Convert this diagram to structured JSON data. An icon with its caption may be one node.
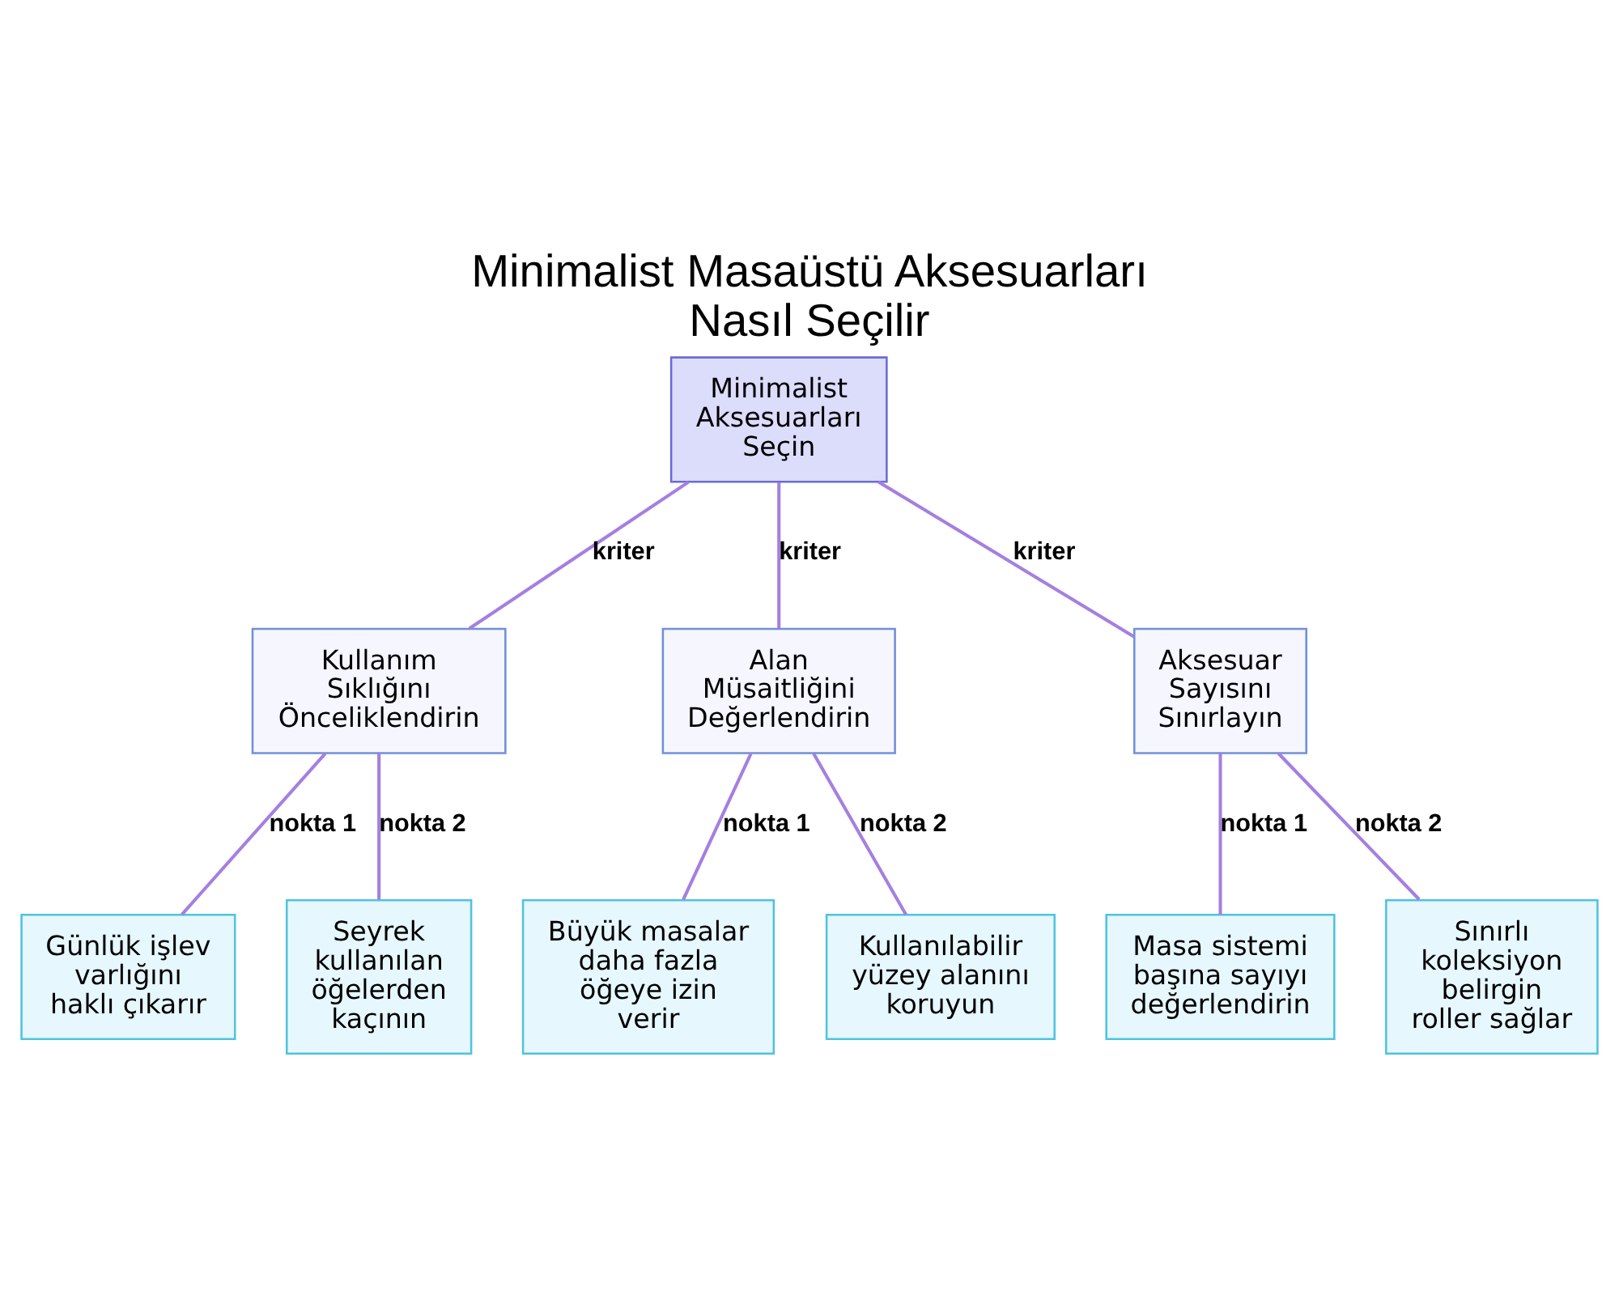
{
  "diagram": {
    "title": "Minimalist Masaüstü Aksesuarları Nasıl Seçilir",
    "nodes": [
      {
        "text": [
          "Minimalist Aksesuarları Seçin"
        ]
      },
      {
        "text": [
          "Kullanım Sıklığını Önceliklendirin"
        ]
      },
      {
        "text": [
          "Alan Müsaitliğini Değerlendirin"
        ]
      },
      {
        "text": [
          "Aksesuar Sayısını Sınırlayın"
        ]
      },
      {
        "text": [
          "Günlük işlev varlığını haklı çıkarır"
        ]
      },
      {
        "text": [
          "Seyrek kullanılan öğelerden kaçının"
        ]
      },
      {
        "text": [
          "Büyük masalar daha fazla öğeye izin verir"
        ]
      },
      {
        "text": [
          "Kullanılabilir yüzey alanını koruyun"
        ]
      },
      {
        "text": [
          "Masa sistemi başına sayıyı değerlendirin"
        ]
      },
      {
        "text": [
          "Sınırlı koleksiyon belirgin roller sağlar"
        ]
      }
    ],
    "edges": [
      {
        "from": 0,
        "to": 1,
        "arrow": "none",
        "label": "kriter"
      },
      {
        "from": 0,
        "to": 2,
        "arrow": "none",
        "label": "kriter"
      },
      {
        "from": 0,
        "to": 3,
        "arrow": "none",
        "label": "kriter"
      },
      {
        "from": 1,
        "to": 4,
        "arrow": "none",
        "label": "nokta 1"
      },
      {
        "from": 1,
        "to": 5,
        "arrow": "none",
        "label": "nokta 2"
      },
      {
        "from": 2,
        "to": 6,
        "arrow": "none",
        "label": "nokta 1"
      },
      {
        "from": 2,
        "to": 7,
        "arrow": "none",
        "label": "nokta 2"
      },
      {
        "from": 3,
        "to": 8,
        "arrow": "none",
        "label": "nokta 1"
      },
      {
        "from": 3,
        "to": 9,
        "arrow": "none",
        "label": "nokta 2"
      }
    ]
  }
}
